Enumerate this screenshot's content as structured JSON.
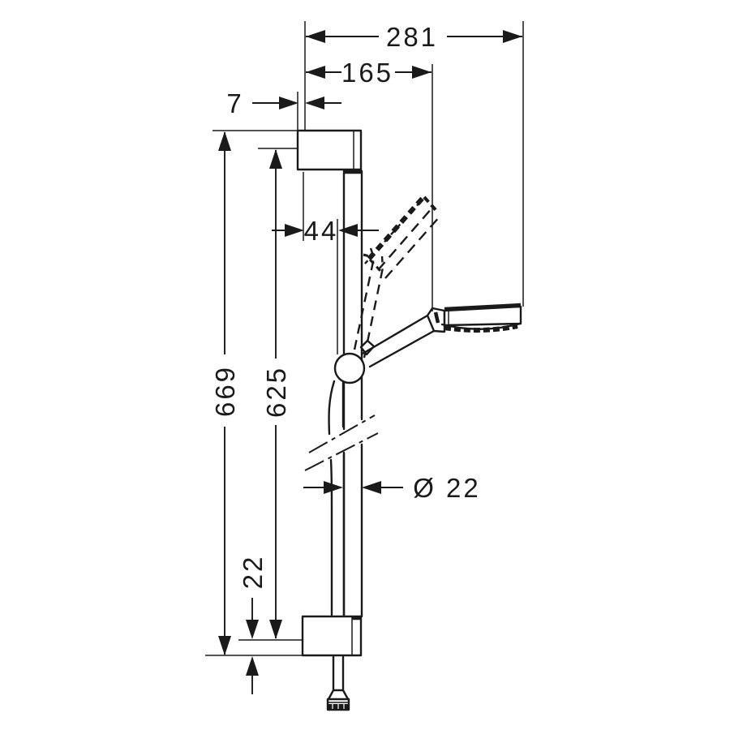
{
  "drawing": {
    "kind": "technical-dimension-drawing",
    "subject": "shower rail set with hand shower, wall brackets and hose",
    "line_color": "#1a1a1a",
    "background_color": "#ffffff"
  },
  "dimensions": {
    "overall_width": "281",
    "head_width": "165",
    "wall_offset": "7",
    "rail_offset": "44",
    "overall_height": "669",
    "mount_height": "625",
    "bottom_offset": "22",
    "rail_diameter": "Ø 22"
  }
}
